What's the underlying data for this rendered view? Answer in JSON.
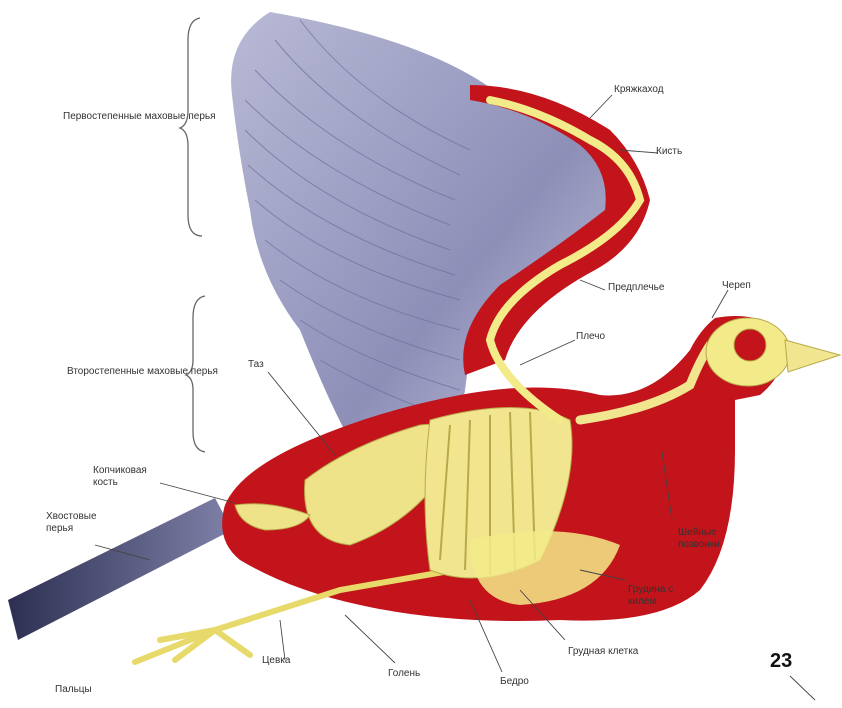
{
  "labels": {
    "primary_feathers": "Первостепенные маховые перья",
    "secondary_feathers": "Второстепенные маховые перья",
    "metacarpus": "Кряжкаход",
    "hand": "Кисть",
    "forearm": "Предплечье",
    "skull": "Череп",
    "humerus": "Плечо",
    "pelvis": "Таз",
    "coccygeal_bone": "Копчиковая кость",
    "tail_feathers": "Хвостовые перья",
    "cervical_vertebrae": "Шейные позвонки",
    "sternum": "Грудина с килем",
    "ribcage": "Грудная клетка",
    "tarsus": "Цевка",
    "tibia": "Голень",
    "femur": "Бедро",
    "toes": "Пальцы"
  },
  "page_number": "23",
  "colors": {
    "feather": "#9fa0c4",
    "body_red": "#c2141a",
    "bone": "#f3ea8a",
    "tail": "#3b3d62"
  }
}
